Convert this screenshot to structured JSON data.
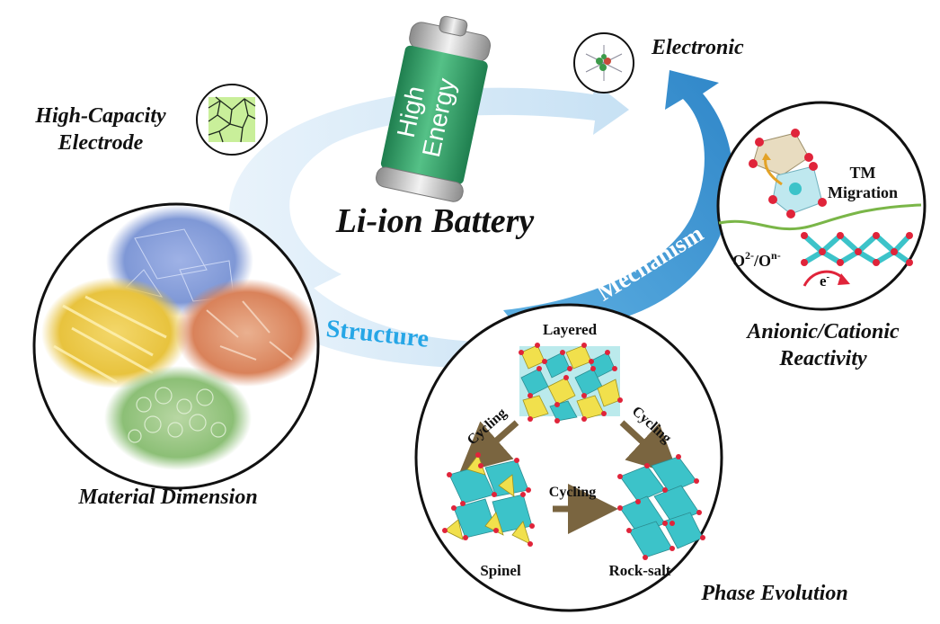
{
  "center": {
    "title": "Li-ion Battery",
    "battery_line1": "High",
    "battery_line2": "Energy"
  },
  "arrows": {
    "structure": "Structure",
    "mechanism": "Mechanism"
  },
  "nodes": {
    "high_capacity_line1": "High-Capacity",
    "high_capacity_line2": "Electrode",
    "electronic": "Electronic",
    "material_dimension": "Material Dimension",
    "anionic_line1": "Anionic/Cationic",
    "anionic_line2": "Reactivity",
    "phase_evolution": "Phase Evolution"
  },
  "reactivity_inset": {
    "tm_line1": "TM",
    "tm_line2": "Migration",
    "oxygen_prefix": "O",
    "oxygen_sup1": "2-",
    "oxygen_mid": "/O",
    "oxygen_sup2": "n-",
    "electron": "e",
    "electron_sup": "-"
  },
  "phase_inset": {
    "layered": "Layered",
    "spinel": "Spinel",
    "rocksalt": "Rock-salt",
    "cycling_left": "Cycling",
    "cycling_right": "Cycling",
    "cycling_bottom": "Cycling"
  },
  "colors": {
    "arrow_light": "#cfe6f6",
    "arrow_dark": "#3d9ad9",
    "battery_green": "#3aa36a",
    "structure_text": "#26a6e6",
    "mechanism_text": "#ffffff",
    "octahedra_cyan": "#3cc3c9",
    "octahedra_yellow": "#f1e04c",
    "oxygen_red": "#e0243a"
  }
}
